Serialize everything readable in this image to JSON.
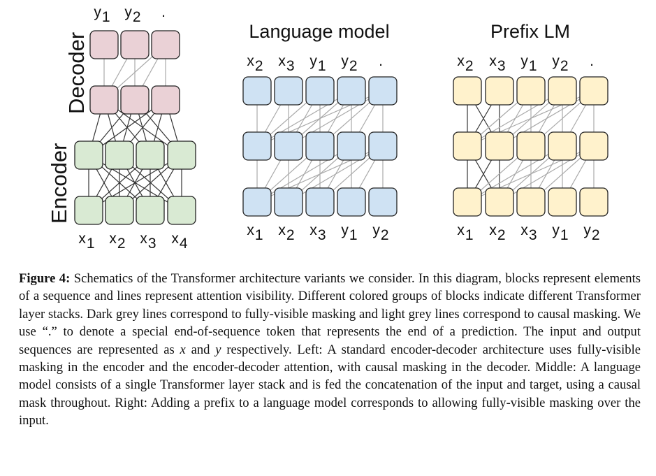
{
  "figure": {
    "panels": {
      "encoder_decoder": {
        "encoder_label": "Encoder",
        "decoder_label": "Decoder",
        "input_tokens": [
          {
            "base": "x",
            "sub": "1"
          },
          {
            "base": "x",
            "sub": "2"
          },
          {
            "base": "x",
            "sub": "3"
          },
          {
            "base": "x",
            "sub": "4"
          }
        ],
        "output_tokens": [
          {
            "base": "y",
            "sub": "1"
          },
          {
            "base": "y",
            "sub": "2"
          },
          {
            "base": ".",
            "sub": ""
          }
        ],
        "encoder_color": "#d9ead3",
        "decoder_color": "#ead1d6"
      },
      "language_model": {
        "title": "Language model",
        "input_tokens": [
          {
            "base": "x",
            "sub": "1"
          },
          {
            "base": "x",
            "sub": "2"
          },
          {
            "base": "x",
            "sub": "3"
          },
          {
            "base": "y",
            "sub": "1"
          },
          {
            "base": "y",
            "sub": "2"
          }
        ],
        "output_tokens": [
          {
            "base": "x",
            "sub": "2"
          },
          {
            "base": "x",
            "sub": "3"
          },
          {
            "base": "y",
            "sub": "1"
          },
          {
            "base": "y",
            "sub": "2"
          },
          {
            "base": ".",
            "sub": ""
          }
        ],
        "block_color": "#cfe2f3"
      },
      "prefix_lm": {
        "title": "Prefix LM",
        "input_tokens": [
          {
            "base": "x",
            "sub": "1"
          },
          {
            "base": "x",
            "sub": "2"
          },
          {
            "base": "x",
            "sub": "3"
          },
          {
            "base": "y",
            "sub": "1"
          },
          {
            "base": "y",
            "sub": "2"
          }
        ],
        "output_tokens": [
          {
            "base": "x",
            "sub": "2"
          },
          {
            "base": "x",
            "sub": "3"
          },
          {
            "base": "y",
            "sub": "1"
          },
          {
            "base": "y",
            "sub": "2"
          },
          {
            "base": ".",
            "sub": ""
          }
        ],
        "block_color": "#fff2cc"
      }
    },
    "colors": {
      "dark_line": "#333333",
      "light_line": "#aaaaaa",
      "block_border": "#222222"
    }
  },
  "caption": {
    "label": "Figure 4:",
    "segments": [
      {
        "text": " Schematics of the Transformer architecture variants we consider. In this diagram, blocks represent elements of a sequence and lines represent attention visibility. Different colored groups of blocks indicate different Transformer layer stacks. Dark grey lines correspond to fully-visible masking and light grey lines correspond to causal masking. We use “.” to denote a special end-of-sequence token that represents the end of a prediction. The input and output sequences are represented as ",
        "italic": false
      },
      {
        "text": "x",
        "italic": true
      },
      {
        "text": " and ",
        "italic": false
      },
      {
        "text": "y",
        "italic": true
      },
      {
        "text": " respectively. Left: A standard encoder-decoder architecture uses fully-visible masking in the encoder and the encoder-decoder attention, with causal masking in the decoder. Middle: A language model consists of a single Transformer layer stack and is fed the concatenation of the input and target, using a causal mask throughout. Right: Adding a prefix to a language model corresponds to allowing fully-visible masking over the input.",
        "italic": false
      }
    ]
  }
}
